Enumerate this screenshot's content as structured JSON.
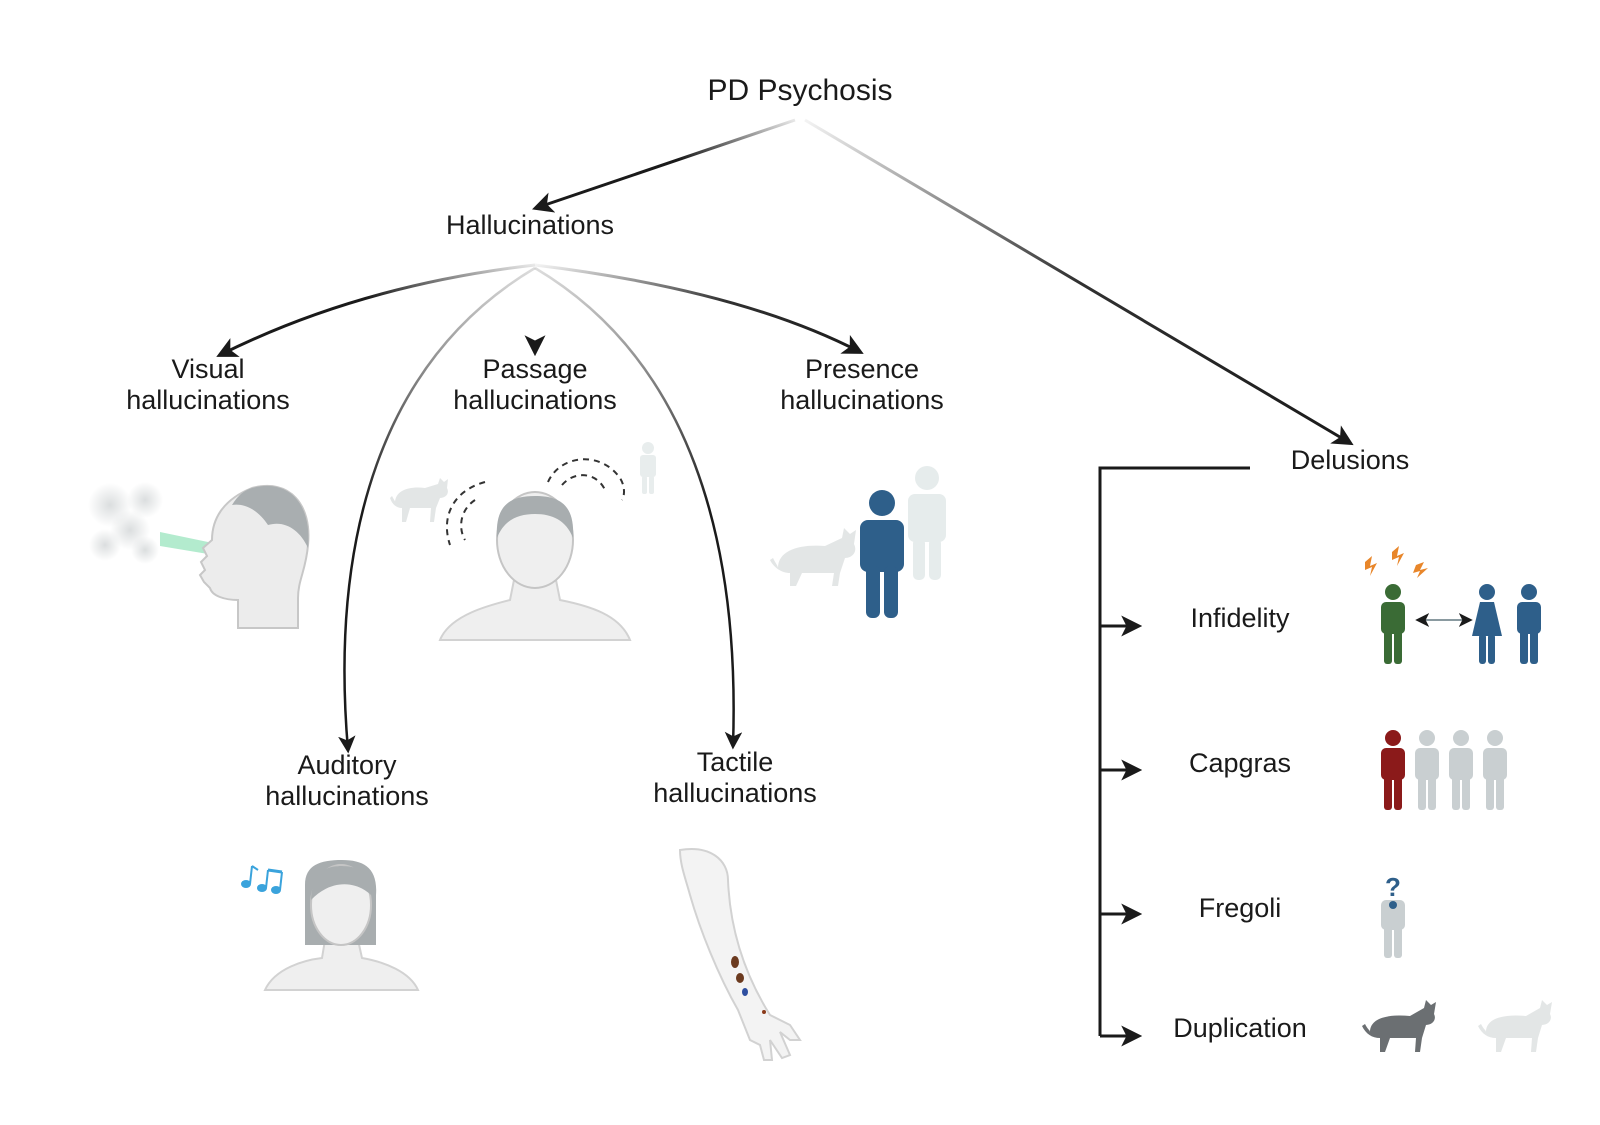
{
  "title": "PD Psychosis",
  "hallucinations": {
    "label": "Hallucinations",
    "types": [
      {
        "id": "visual",
        "line1": "Visual",
        "line2": "hallucinations"
      },
      {
        "id": "passage",
        "line1": "Passage",
        "line2": "hallucinations"
      },
      {
        "id": "presence",
        "line1": "Presence",
        "line2": "hallucinations"
      },
      {
        "id": "auditory",
        "line1": "Auditory",
        "line2": "hallucinations"
      },
      {
        "id": "tactile",
        "line1": "Tactile",
        "line2": "hallucinations"
      }
    ]
  },
  "delusions": {
    "label": "Delusions",
    "types": [
      "Infidelity",
      "Capgras",
      "Fregoli",
      "Duplication"
    ]
  },
  "colors": {
    "line": "#1a1a1a",
    "figure_blue": "#2e5f8a",
    "figure_green": "#3a6b35",
    "figure_red": "#8b1a1a",
    "figure_gray": "#c9cfd1",
    "figure_pale": "#e6ecec",
    "cat_dark": "#6b6f72",
    "music_blue": "#3aa3dc",
    "spark_orange": "#e8862a",
    "eye_beam": "#a6e8c6",
    "skin": "#eeeeee"
  },
  "icons": [
    "eye-beam-icon",
    "music-notes-icon",
    "question-mark-icon",
    "lightning-icon",
    "cat-icon",
    "person-icon"
  ]
}
